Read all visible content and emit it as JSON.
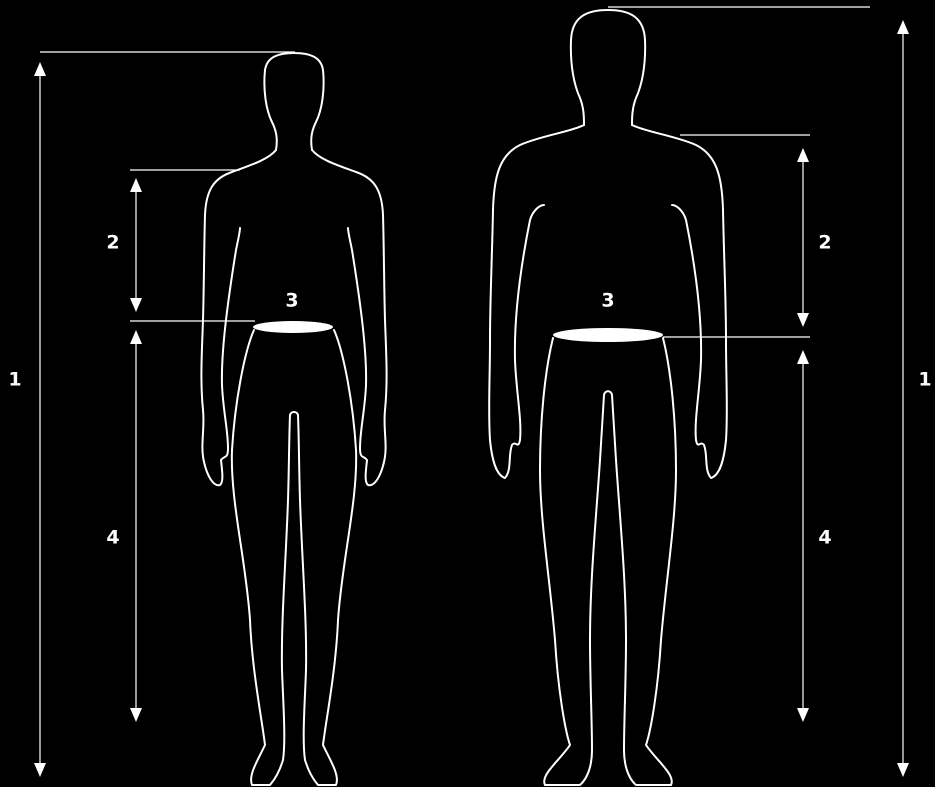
{
  "figure_female": {
    "label_height": "1",
    "label_torso": "2",
    "label_waist": "3",
    "label_leg": "4"
  },
  "figure_male": {
    "label_height": "1",
    "label_torso": "2",
    "label_waist": "3",
    "label_leg": "4"
  },
  "colors": {
    "background": "#000000",
    "outline": "#ffffff"
  }
}
